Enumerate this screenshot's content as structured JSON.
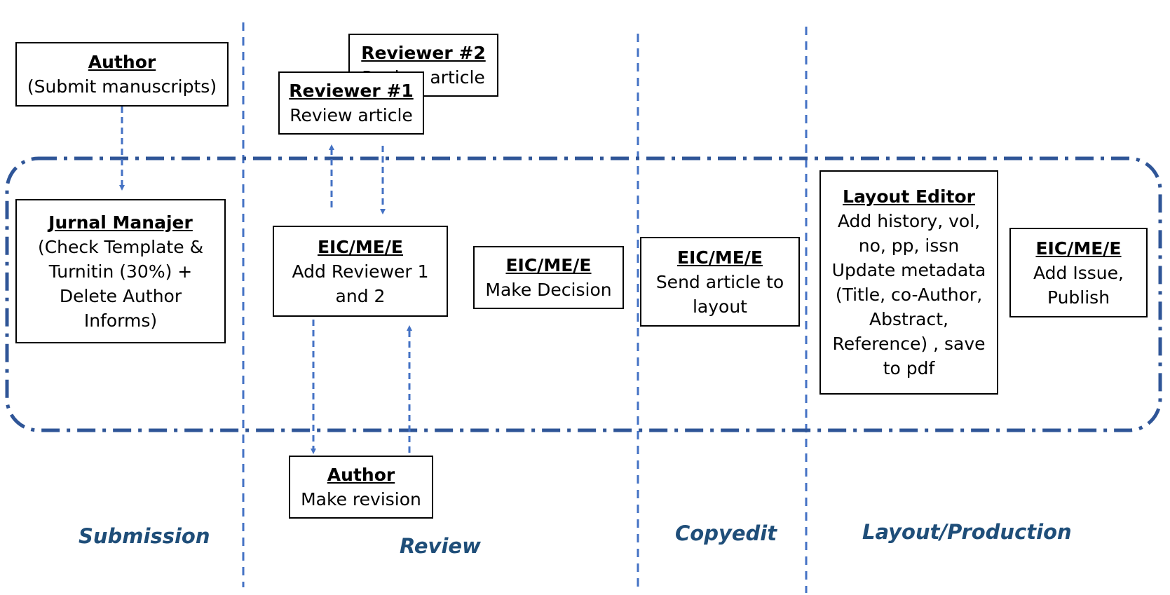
{
  "colors": {
    "lane_divider": "#4472c4",
    "boundary": "#2f5597",
    "arrow": "#4472c4",
    "phase_label": "#1f4e79",
    "box_border": "#000000"
  },
  "phases": {
    "submission": "Submission",
    "review": "Review",
    "copyedit": "Copyedit",
    "layout": "Layout/Production"
  },
  "boxes": {
    "author_submit": {
      "title": "Author",
      "body": "(Submit manuscripts)"
    },
    "journal_manager": {
      "title": "Jurnal Manajer",
      "body": "(Check Template & Turnitin (30%) + Delete Author Informs)"
    },
    "reviewer_2": {
      "title": "Reviewer #2",
      "body": "Review article"
    },
    "reviewer_1": {
      "title": "Reviewer #1",
      "body": "Review article"
    },
    "eic_add_reviewer": {
      "title": "EIC/ME/E",
      "body": "Add Reviewer 1 and 2"
    },
    "eic_decision": {
      "title": "EIC/ME/E",
      "body": "Make Decision"
    },
    "author_revision": {
      "title": "Author",
      "body": "Make revision"
    },
    "eic_send_layout": {
      "title": "EIC/ME/E",
      "body": "Send  article to layout"
    },
    "layout_editor": {
      "title": "Layout Editor",
      "body": "Add history, vol, no, pp, issn Update metadata (Title, co-Author, Abstract, Reference) , save to pdf"
    },
    "eic_publish": {
      "title": "EIC/ME/E",
      "body": "Add Issue, Publish"
    }
  }
}
